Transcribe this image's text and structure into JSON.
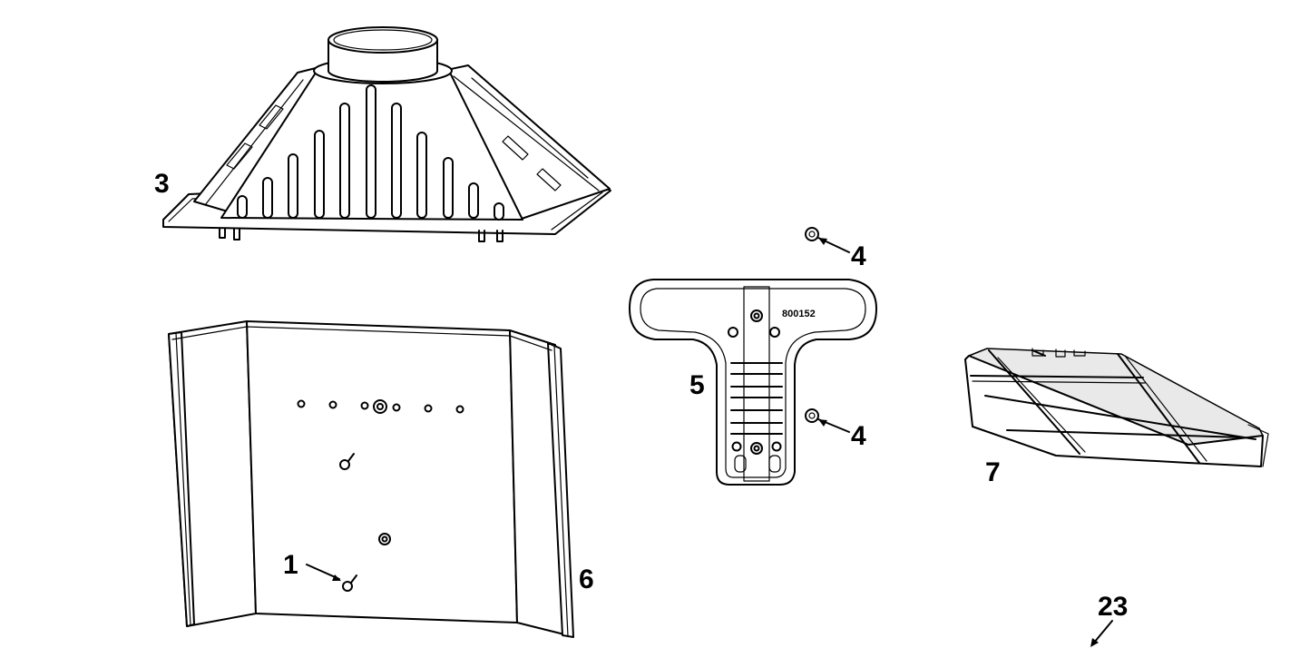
{
  "callouts": {
    "part_1": "1",
    "part_3": "3",
    "part_4a": "4",
    "part_4b": "4",
    "part_5": "5",
    "part_6": "6",
    "part_7": "7",
    "part_23": "23"
  },
  "stamp_text": "800152",
  "colors": {
    "line": "#000000",
    "background": "#ffffff",
    "shade": "#e9e9e9"
  }
}
